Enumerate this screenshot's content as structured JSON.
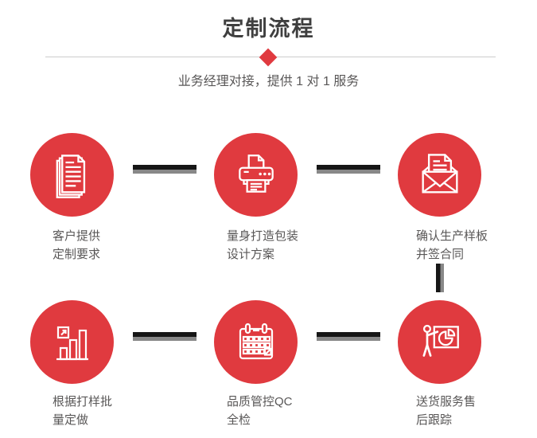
{
  "header": {
    "title": "定制流程",
    "subtitle": "业务经理对接，提供 1 对 1 服务"
  },
  "colors": {
    "accent": "#e03a3f",
    "title": "#3f3f3f",
    "text": "#595757",
    "divider": "#cccccc",
    "conn-dark": "#161616",
    "conn-gray": "#888888"
  },
  "steps": [
    {
      "icon": "documents-icon",
      "label_line1": "客户提供",
      "label_line2": "定制要求"
    },
    {
      "icon": "printer-icon",
      "label_line1": "量身打造包装",
      "label_line2": "设计方案"
    },
    {
      "icon": "envelope-icon",
      "label_line1": "确认生产样板",
      "label_line2": "并签合同"
    },
    {
      "icon": "bar-chart-icon",
      "label_line1": "根据打样批",
      "label_line2": "量定做"
    },
    {
      "icon": "calendar-icon",
      "label_line1": "品质管控QC",
      "label_line2": "全检"
    },
    {
      "icon": "presentation-icon",
      "label_line1": "送货服务售",
      "label_line2": "后跟踪"
    }
  ]
}
